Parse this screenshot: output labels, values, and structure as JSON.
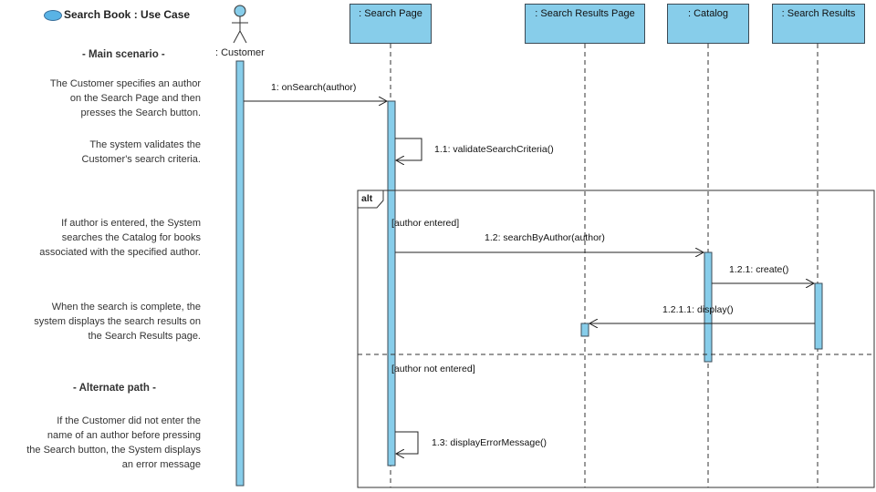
{
  "use_case": {
    "title": "Search Book : Use Case"
  },
  "notes": {
    "main_heading": "- Main scenario -",
    "step1": [
      "The Customer specifies an author",
      "on the Search Page and then",
      "presses the Search button."
    ],
    "step2": [
      "The system validates the",
      "Customer's search criteria."
    ],
    "step3": [
      "If author is entered, the System",
      "searches the Catalog for books",
      "associated with the specified author."
    ],
    "step4": [
      "When the search is complete, the",
      "system displays the search results on",
      "the Search Results page."
    ],
    "alt_heading": "- Alternate path -",
    "step5": [
      "If the Customer did not enter the",
      "name of an author before pressing",
      "the Search button, the System displays",
      "an error message"
    ]
  },
  "actor": {
    "label": ": Customer"
  },
  "lifelines": [
    {
      "label": ": Search Page"
    },
    {
      "label": ": Search Results Page"
    },
    {
      "label": ": Catalog"
    },
    {
      "label": ": Search Results"
    }
  ],
  "messages": {
    "m1": "1: onSearch(author)",
    "m11": "1.1: validateSearchCriteria()",
    "m12": "1.2: searchByAuthor(author)",
    "m121": "1.2.1: create()",
    "m1211": "1.2.1.1: display()",
    "m13": "1.3: displayErrorMessage()"
  },
  "fragment": {
    "operator": "alt",
    "guard1": "[author entered]",
    "guard2": "[author not entered]"
  },
  "colors": {
    "lifeline_fill": "#87cdea",
    "activation_fill": "#87cdea",
    "border": "#3b4a55"
  }
}
